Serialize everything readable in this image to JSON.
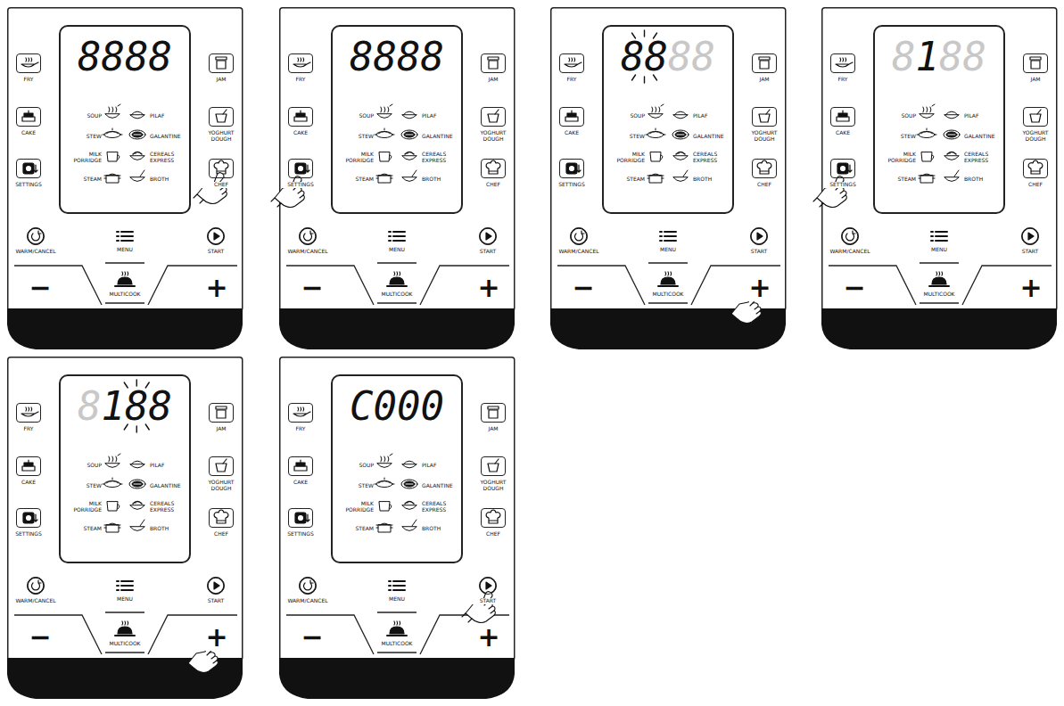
{
  "diagram": {
    "nodes": [
      {
        "text": [
          "8888",
          "SOUP",
          "PILAF",
          "STEW",
          "GALANTINE",
          "MILK PORRIDGE",
          "CEREALS EXPRESS",
          "STEAM",
          "BROTH"
        ]
      },
      {
        "text": [
          "FRY"
        ]
      },
      {
        "text": [
          "CAKE"
        ]
      },
      {
        "text": [
          "SETTINGS"
        ]
      },
      {
        "text": [
          "JAM"
        ]
      },
      {
        "text": [
          "YOGHURT DOUGH"
        ]
      },
      {
        "text": [
          "CHEF"
        ]
      },
      {
        "text": [
          "WARM/CANCEL"
        ]
      },
      {
        "text": [
          "MENU"
        ]
      },
      {
        "text": [
          "START"
        ]
      },
      {
        "text": [
          "MULTICOOK"
        ]
      },
      {
        "text": [
          "8888",
          "SOUP",
          "PILAF",
          "STEW",
          "GALANTINE",
          "MILK PORRIDGE",
          "CEREALS EXPRESS",
          "STEAM",
          "BROTH"
        ]
      },
      {
        "text": [
          "FRY"
        ]
      },
      {
        "text": [
          "CAKE"
        ]
      },
      {
        "text": [
          "SETTINGS"
        ]
      },
      {
        "text": [
          "JAM"
        ]
      },
      {
        "text": [
          "YOGHURT DOUGH"
        ]
      },
      {
        "text": [
          "CHEF"
        ]
      },
      {
        "text": [
          "WARM/CANCEL"
        ]
      },
      {
        "text": [
          "MENU"
        ]
      },
      {
        "text": [
          "START"
        ]
      },
      {
        "text": [
          "MULTICOOK"
        ]
      },
      {
        "text": [
          "88",
          "88",
          "SOUP",
          "PILAF",
          "STEW",
          "GALANTINE",
          "MILK PORRIDGE",
          "CEREALS EXPRESS",
          "STEAM",
          "BROTH"
        ]
      },
      {
        "text": [
          "FRY"
        ]
      },
      {
        "text": [
          "CAKE"
        ]
      },
      {
        "text": [
          "SETTINGS"
        ]
      },
      {
        "text": [
          "JAM"
        ]
      },
      {
        "text": [
          "YOGHURT DOUGH"
        ]
      },
      {
        "text": [
          "CHEF"
        ]
      },
      {
        "text": [
          "WARM/CANCEL"
        ]
      },
      {
        "text": [
          "MENU"
        ]
      },
      {
        "text": [
          "START"
        ]
      },
      {
        "text": [
          "MULTICOOK"
        ]
      },
      {
        "text": [
          "8",
          "1",
          "88",
          "SOUP",
          "PILAF",
          "STEW",
          "GALANTINE",
          "MILK PORRIDGE",
          "CEREALS EXPRESS",
          "STEAM",
          "BROTH"
        ]
      },
      {
        "text": [
          "FRY"
        ]
      },
      {
        "text": [
          "CAKE"
        ]
      },
      {
        "text": [
          "SETTINGS"
        ]
      },
      {
        "text": [
          "JAM"
        ]
      },
      {
        "text": [
          "YOGHURT DOUGH"
        ]
      },
      {
        "text": [
          "CHEF"
        ]
      },
      {
        "text": [
          "WARM/CANCEL"
        ]
      },
      {
        "text": [
          "MENU"
        ]
      },
      {
        "text": [
          "START"
        ]
      },
      {
        "text": [
          "MULTICOOK"
        ]
      },
      {
        "text": [
          "8",
          "188",
          "SOUP",
          "PILAF",
          "STEW",
          "GALANTINE",
          "MILK PORRIDGE",
          "CEREALS EXPRESS",
          "STEAM",
          "BROTH"
        ]
      },
      {
        "text": [
          "FRY"
        ]
      },
      {
        "text": [
          "CAKE"
        ]
      },
      {
        "text": [
          "SETTINGS"
        ]
      },
      {
        "text": [
          "JAM"
        ]
      },
      {
        "text": [
          "YOGHURT DOUGH"
        ]
      },
      {
        "text": [
          "CHEF"
        ]
      },
      {
        "text": [
          "WARM/CANCEL"
        ]
      },
      {
        "text": [
          "MENU"
        ]
      },
      {
        "text": [
          "START"
        ]
      },
      {
        "text": [
          "MULTICOOK"
        ]
      },
      {
        "text": [
          "C000",
          "SOUP",
          "PILAF",
          "STEW",
          "GALANTINE",
          "MILK PORRIDGE",
          "CEREALS EXPRESS",
          "STEAM",
          "BROTH"
        ]
      },
      {
        "text": [
          "FRY"
        ]
      },
      {
        "text": [
          "CAKE"
        ]
      },
      {
        "text": [
          "SETTINGS"
        ]
      },
      {
        "text": [
          "JAM"
        ]
      },
      {
        "text": [
          "YOGHURT DOUGH"
        ]
      },
      {
        "text": [
          "CHEF"
        ]
      },
      {
        "text": [
          "WARM/CANCEL"
        ]
      },
      {
        "text": [
          "MENU"
        ]
      },
      {
        "text": [
          "START"
        ]
      },
      {
        "text": [
          "MULTICOOK"
        ]
      }
    ],
    "labels": [
      "−",
      "+",
      "−",
      "+",
      "−",
      "+",
      "−",
      "+",
      "−",
      "+",
      "−",
      "+"
    ]
  }
}
